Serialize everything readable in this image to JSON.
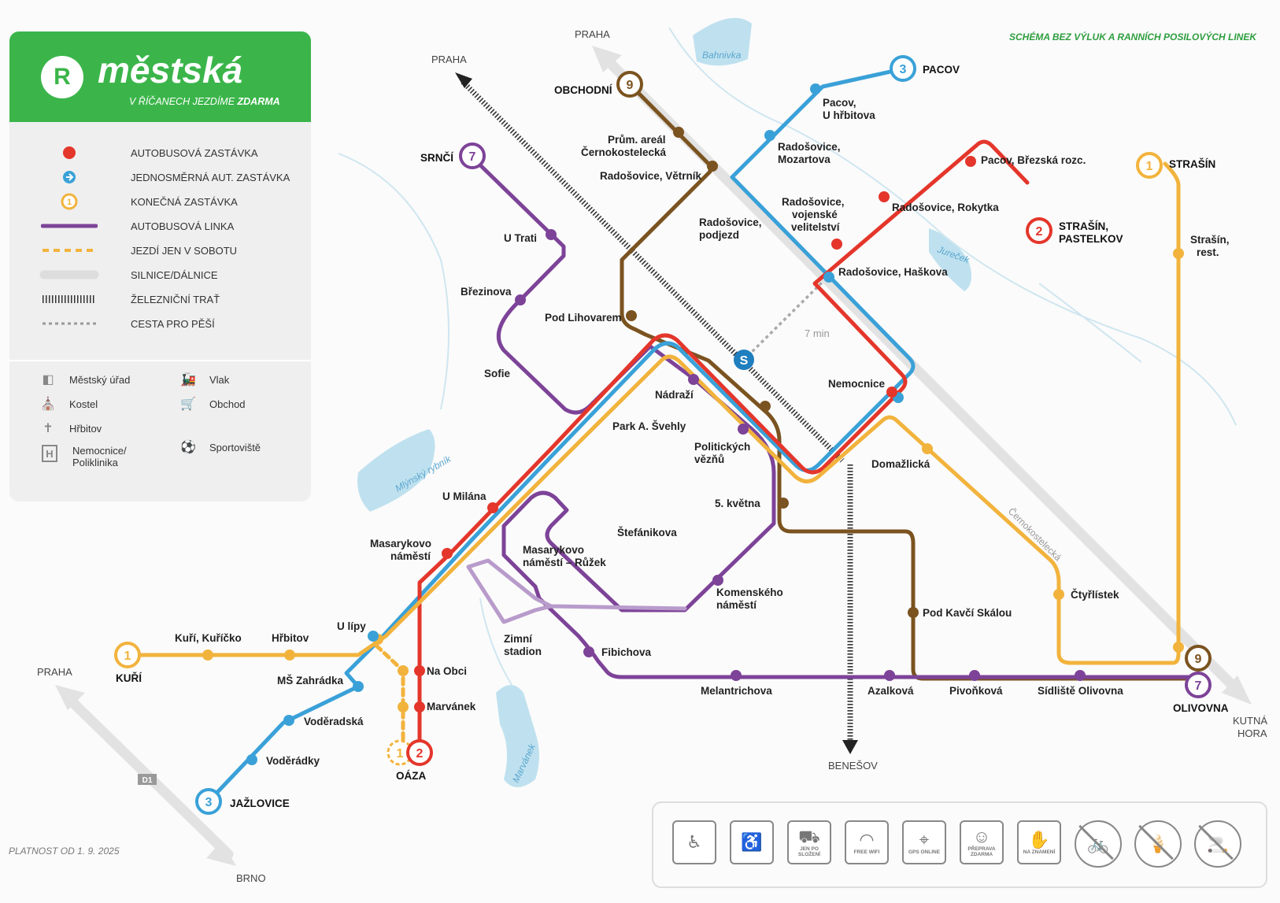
{
  "header": {
    "logo_letter": "R",
    "brand": "městská",
    "tagline_pre": "V ŘÍČANECH JEZDÍME ",
    "tagline_bold": "ZDARMA"
  },
  "note": "SCHÉMA BEZ VÝLUK A RANNÍCH POSILOVÝCH LINEK",
  "validity": "PLATNOST OD 1. 9. 2025",
  "legend": {
    "symbols": [
      {
        "label": "AUTOBUSOVÁ ZASTÁVKA",
        "icon": "bus-stop-red-dot"
      },
      {
        "label": "JEDNOSMĚRNÁ AUT. ZASTÁVKA",
        "icon": "one-way-stop-arrow"
      },
      {
        "label": "KONEČNÁ ZASTÁVKA",
        "icon": "terminal-stop-number"
      },
      {
        "label": "AUTOBUSOVÁ LINKA",
        "icon": "bus-line"
      },
      {
        "label": "JEZDÍ JEN V SOBOTU",
        "icon": "saturday-dashed-line"
      },
      {
        "label": "SILNICE/DÁLNICE",
        "icon": "road"
      },
      {
        "label": "ŽELEZNIČNÍ TRAŤ",
        "icon": "railway"
      },
      {
        "label": "CESTA PRO PĚŠÍ",
        "icon": "footpath"
      }
    ],
    "poi": [
      {
        "label": "Městský úřad",
        "icon": "town-hall-icon"
      },
      {
        "label": "Kostel",
        "icon": "church-icon"
      },
      {
        "label": "Hřbitov",
        "icon": "cemetery-icon"
      },
      {
        "label": "Nemocnice/",
        "label2": "Poliklinika",
        "icon": "hospital-icon"
      },
      {
        "label": "Vlak",
        "icon": "train-icon"
      },
      {
        "label": "Obchod",
        "icon": "shop-icon"
      },
      {
        "label": "Sportoviště",
        "icon": "sports-icon"
      }
    ]
  },
  "colors": {
    "line1": "#f2b33d",
    "line2": "#e4362b",
    "line3": "#3aa1d8",
    "line7": "#7d4398",
    "line9": "#7b5320",
    "brand": "#3bb54a",
    "water": "#bfe1ef"
  },
  "lines": {
    "l1": "1",
    "l2": "2",
    "l3": "3",
    "l7": "7",
    "l9": "9",
    "s": "S"
  },
  "water": {
    "bahnivka": "Bahnivka",
    "jurecek": "Jureček",
    "mlynsky": "Mlýnský rybník",
    "marvanek": "Marvánek"
  },
  "roads": {
    "d1": "D1",
    "cernokostelecka": "Černokostelecká"
  },
  "directions": {
    "praha_rail": "PRAHA",
    "praha_road": "PRAHA",
    "praha_west": "PRAHA",
    "brno": "BRNO",
    "benesov": "BENEŠOV",
    "kutna1": "KUTNÁ",
    "kutna2": "HORA"
  },
  "walk_time": "7 min",
  "terminals": {
    "kuri": "KUŘÍ",
    "jazlovice": "JAŽLOVICE",
    "oaza": "OÁZA",
    "srnci": "SRNČÍ",
    "obchodni": "OBCHODNÍ",
    "pacov": "PACOV",
    "strasin": "STRAŠÍN",
    "strasin_pastelkov1": "STRAŠÍN,",
    "strasin_pastelkov2": "PASTELKOV",
    "olivovna": "OLIVOVNA"
  },
  "stops": {
    "kuri_kuricko": "Kuří, Kuříčko",
    "hrbitov": "Hřbitov",
    "u_lipy": "U lípy",
    "ms_zahradka": "MŠ Zahrádka",
    "voderadska": "Voděradská",
    "voderadky": "Voděrádky",
    "na_obci": "Na Obci",
    "marvanek": "Marvánek",
    "u_milana": "U Milána",
    "masarykovo1": "Masarykovo",
    "masarykovo2": "náměstí",
    "ruzek1": "Masarykovo",
    "ruzek2": "náměstí – Růžek",
    "zimni1": "Zimní",
    "zimni2": "stadion",
    "fibichova": "Fibichova",
    "stefanikova": "Štefánikova",
    "komenskeho1": "Komenského",
    "komenskeho2": "náměstí",
    "melantrichova": "Melantrichova",
    "azalkova": "Azalková",
    "pivonkova": "Pivoňková",
    "sidliste": "Sídliště Olivovna",
    "ctyrlistek": "Čtyřlístek",
    "pod_kavci": "Pod Kavčí Skálou",
    "kvetna": "5. května",
    "domazlicka": "Domažlická",
    "nemocnice": "Nemocnice",
    "politickych1": "Politických",
    "politickych2": "vězňů",
    "nadrazi": "Nádraží",
    "park": "Park A. Švehly",
    "sofie": "Sofie",
    "brezinova": "Březinova",
    "u_trati": "U Trati",
    "pod_lihovarem": "Pod Lihovarem",
    "podjezd1": "Radošovice,",
    "podjezd2": "podjezd",
    "vetrnik": "Radošovice, Větrník",
    "prum1": "Prům. areál",
    "prum2": "Černokostelecká",
    "pacov_hrbitov1": "Pacov,",
    "pacov_hrbitov2": "U hřbitova",
    "mozartova1": "Radošovice,",
    "mozartova2": "Mozartova",
    "vojenske1": "Radošovice,",
    "vojenske2": "vojenské",
    "vojenske3": "velitelství",
    "rokytka": "Radošovice, Rokytka",
    "brezska": "Pacov, Březská rozc.",
    "haskova": "Radošovice, Haškova",
    "strasin_rest1": "Strašín,",
    "strasin_rest2": "rest."
  },
  "amenities": [
    {
      "icon": "stroller-icon",
      "label": ""
    },
    {
      "icon": "wheelchair-icon",
      "label": ""
    },
    {
      "icon": "folding-car-icon",
      "label": "JEN PO SLOŽENÍ"
    },
    {
      "icon": "wifi-icon",
      "label": "FREE WIFI"
    },
    {
      "icon": "gps-icon",
      "label": "GPS ONLINE"
    },
    {
      "icon": "free-ride-icon",
      "label": "PŘEPRAVA ZDARMA"
    },
    {
      "icon": "request-stop-icon",
      "label": "NA ZNAMENÍ"
    },
    {
      "icon": "no-bikes-icon",
      "label": ""
    },
    {
      "icon": "no-ice-cream-icon",
      "label": ""
    },
    {
      "icon": "no-smoking-icon",
      "label": ""
    }
  ]
}
